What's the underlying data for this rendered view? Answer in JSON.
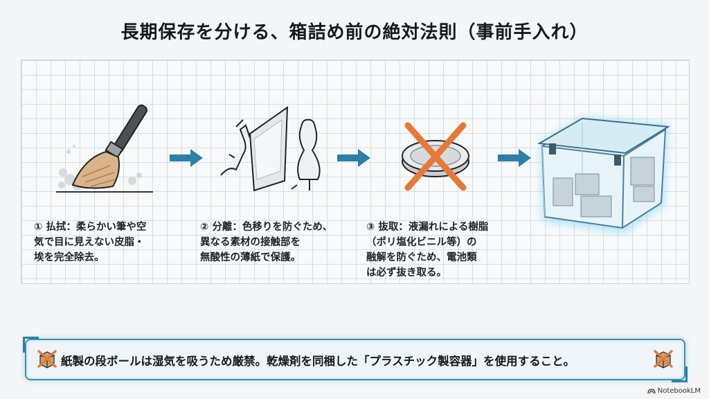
{
  "title": "長期保存を分ける、箱詰め前の絶対法則（事前手入れ）",
  "steps": [
    {
      "icon": "brush-icon",
      "lines": [
        "① 払拭：柔らかい筆や空",
        "気で目に見えない皮脂・",
        "埃を完全除去。"
      ]
    },
    {
      "icon": "tissue-paper-icon",
      "lines": [
        "② 分離：色移りを防ぐため、",
        "異なる素材の接触部を",
        "無酸性の薄紙で保護。"
      ]
    },
    {
      "icon": "no-battery-icon",
      "lines": [
        "③ 抜取：液漏れによる樹脂",
        "（ポリ塩化ビニル等）の",
        "融解を防ぐため、電池類",
        "は必ず抜き取る。"
      ]
    }
  ],
  "banner": {
    "text": "紙製の段ボールは湿気を吸うため厳禁。乾燥剤を同梱した「プラスチック製容器」を使用すること。"
  },
  "brand": {
    "label": "NotebookLM"
  },
  "colors": {
    "accent": "#3a8fb0",
    "arrow": "#2f7ea6",
    "cross": "#e6793a"
  }
}
